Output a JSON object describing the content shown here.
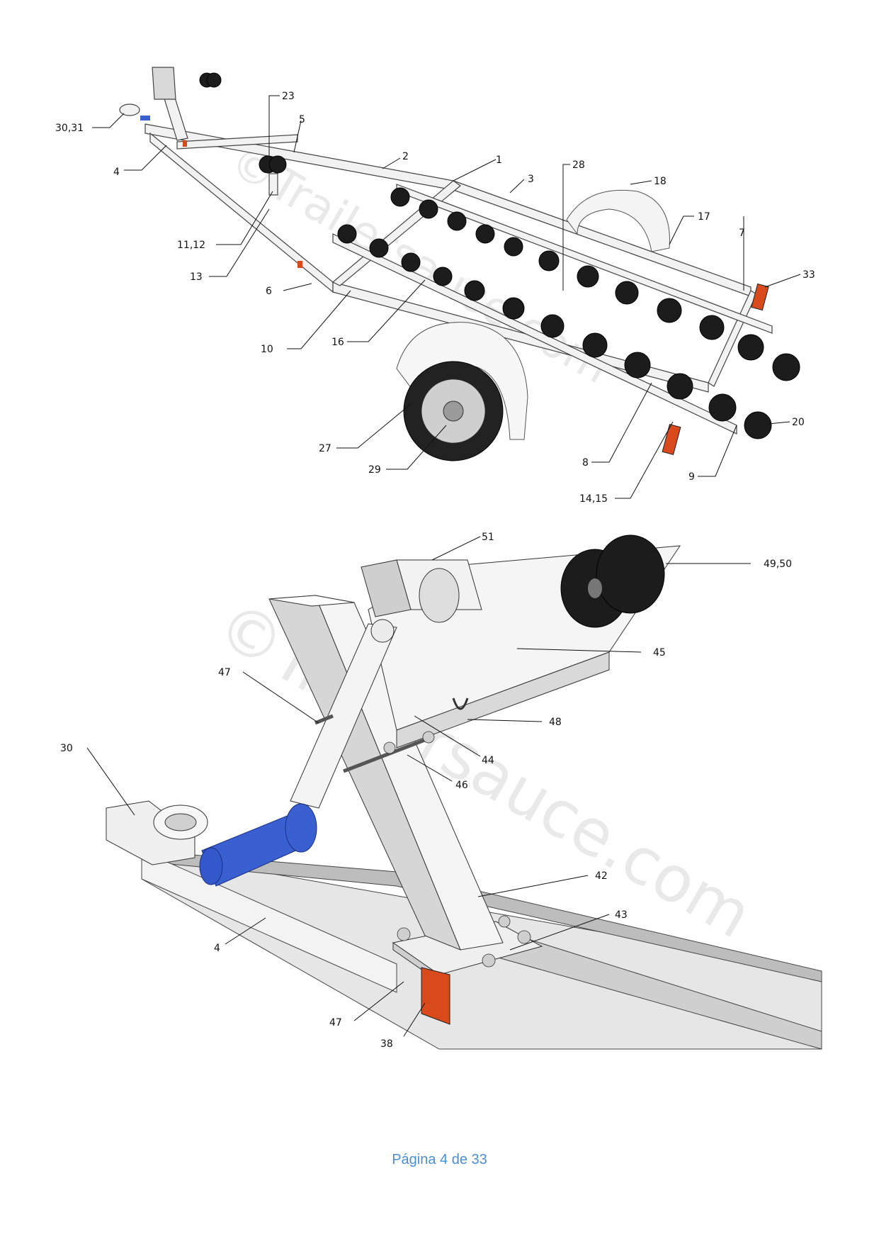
{
  "watermark": "©Trailersauce.com",
  "top_diagram": {
    "callouts": [
      {
        "id": "c-30-31",
        "text": "30,31"
      },
      {
        "id": "c-4",
        "text": "4"
      },
      {
        "id": "c-23",
        "text": "23"
      },
      {
        "id": "c-5",
        "text": "5"
      },
      {
        "id": "c-2",
        "text": "2"
      },
      {
        "id": "c-1",
        "text": "1"
      },
      {
        "id": "c-3",
        "text": "3"
      },
      {
        "id": "c-28",
        "text": "28"
      },
      {
        "id": "c-18",
        "text": "18"
      },
      {
        "id": "c-17",
        "text": "17"
      },
      {
        "id": "c-7",
        "text": "7"
      },
      {
        "id": "c-33",
        "text": "33"
      },
      {
        "id": "c-11-12",
        "text": "11,12"
      },
      {
        "id": "c-13",
        "text": "13"
      },
      {
        "id": "c-6",
        "text": "6"
      },
      {
        "id": "c-10",
        "text": "10"
      },
      {
        "id": "c-16",
        "text": "16"
      },
      {
        "id": "c-27",
        "text": "27"
      },
      {
        "id": "c-29",
        "text": "29"
      },
      {
        "id": "c-8",
        "text": "8"
      },
      {
        "id": "c-14-15",
        "text": "14,15"
      },
      {
        "id": "c-9",
        "text": "9"
      },
      {
        "id": "c-20",
        "text": "20"
      }
    ]
  },
  "bottom_diagram": {
    "callouts": [
      {
        "id": "c-51",
        "text": "51"
      },
      {
        "id": "c-49-50",
        "text": "49,50"
      },
      {
        "id": "c-45",
        "text": "45"
      },
      {
        "id": "c-47a",
        "text": "47"
      },
      {
        "id": "c-48",
        "text": "48"
      },
      {
        "id": "c-30",
        "text": "30"
      },
      {
        "id": "c-44",
        "text": "44"
      },
      {
        "id": "c-46",
        "text": "46"
      },
      {
        "id": "c-42",
        "text": "42"
      },
      {
        "id": "c-43",
        "text": "43"
      },
      {
        "id": "c-4b",
        "text": "4"
      },
      {
        "id": "c-47b",
        "text": "47"
      },
      {
        "id": "c-38",
        "text": "38"
      }
    ]
  },
  "footer": {
    "page_label": "Página 4 de 33"
  },
  "colors": {
    "accent_blue": "#3a5fd0",
    "reflector_red": "#d84a1b",
    "footer_text": "#4a8fd0"
  }
}
